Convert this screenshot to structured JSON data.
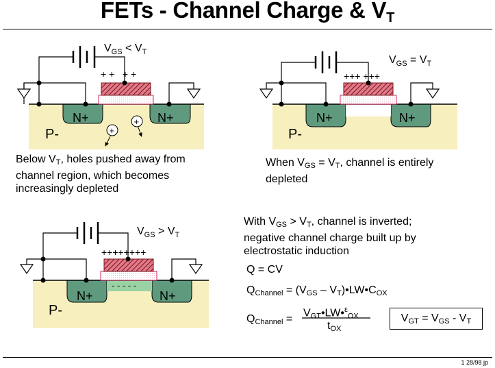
{
  "title": {
    "main": "FETs - Channel Charge & V",
    "sub": "T"
  },
  "panels": {
    "below": {
      "label_v": "V",
      "label_gs": "GS",
      "label_op": " < V",
      "label_t": "T",
      "gate_charge": "+ +   + +",
      "source": "N+",
      "drain": "N+",
      "substrate": "P-",
      "hole_symbol": "+"
    },
    "at": {
      "label_v": "V",
      "label_gs": "GS",
      "label_op": " = V",
      "label_t": "T",
      "gate_charge": "+++ +++",
      "source": "N+",
      "drain": "N+",
      "substrate": "P-"
    },
    "above": {
      "label_v": "V",
      "label_gs": "GS",
      "label_op": " > V",
      "label_t": "T",
      "gate_charge": "++++++++",
      "channel_charge": "- - - - -",
      "source": "N+",
      "drain": "N+",
      "substrate": "P-"
    }
  },
  "captions": {
    "below": {
      "line1_a": "Below V",
      "line1_sub": "T",
      "line1_b": ", holes pushed away from",
      "line2": "channel region, which becomes",
      "line3": "increasingly depleted"
    },
    "at": {
      "line1_a": "When V",
      "line1_sub1": "GS",
      "line1_b": " = V",
      "line1_sub2": "T",
      "line1_c": ", channel is entirely",
      "line2": "depleted"
    },
    "above": {
      "line1_a": "With V",
      "line1_sub1": "GS",
      "line1_b": " > V",
      "line1_sub2": "T",
      "line1_c": ", channel is inverted;",
      "line2": "negative channel charge built up by",
      "line3": "electrostatic induction"
    }
  },
  "equations": {
    "q": "Q = CV",
    "qch1": {
      "lhs": "Q",
      "lhs_sub": "Channel",
      "eq": " = (V",
      "gs": "GS",
      "minus": " – V",
      "t": "T",
      "rest": ")•LW•C",
      "ox": "OX"
    },
    "qch2": {
      "lhs": "Q",
      "lhs_sub": "Channel",
      "eq": " =",
      "num_a": "V",
      "num_gt": "GT",
      "num_b": "•LW•",
      "num_eps": "ε",
      "num_ox": "OX",
      "den": "t",
      "den_ox": "OX"
    },
    "vgt_box": {
      "a": "V",
      "gt": "GT",
      "b": " = V",
      "gs": "GS",
      "c": " - V",
      "t": "T"
    }
  },
  "footer": "1 28/98 jp",
  "colors": {
    "substrate": "#f7efbe",
    "ndiff": "#5f9a7e",
    "gate": "#d45a6a",
    "oxide_border": "#d0306a",
    "channel": "#9ad2a4",
    "ink": "#000000"
  }
}
